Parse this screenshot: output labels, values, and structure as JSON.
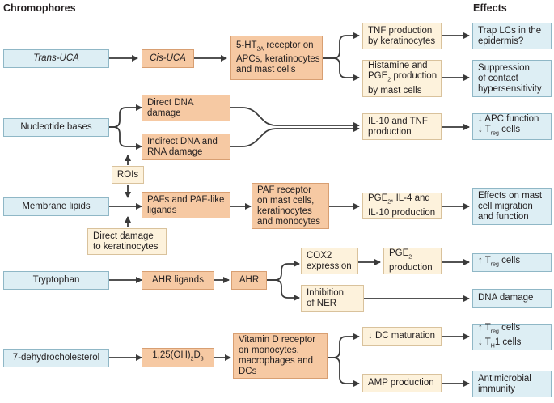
{
  "headers": {
    "chromophores": "Chromophores",
    "effects": "Effects"
  },
  "chromophores": {
    "trans_uca": "Trans-UCA",
    "nucleotide": "Nucleotide bases",
    "membrane": "Membrane lipids",
    "tryptophan": "Tryptophan",
    "dehydro": "7-dehydrocholesterol"
  },
  "row1": {
    "cis_uca": "Cis-UCA",
    "ht_l1_a": "5-HT",
    "ht_l1_sub": "2A",
    "ht_l1_b": " receptor on",
    "ht_l2": "APCs, keratinocytes",
    "ht_l3": "and mast cells",
    "tnf_l1": "TNF production",
    "tnf_l2": "by keratinocytes",
    "hist_l1": "Histamine and",
    "hist_l2_a": "PGE",
    "hist_l2_sub": "2",
    "hist_l2_b": " production",
    "hist_l3": "by mast cells",
    "trap_l1": "Trap LCs in the",
    "trap_l2": "epidermis?",
    "supp_l1": "Suppression",
    "supp_l2": "of contact",
    "supp_l3": "hypersensitivity"
  },
  "row2": {
    "direct_l1": "Direct DNA",
    "direct_l2": "damage",
    "indirect_l1": "Indirect DNA and",
    "indirect_l2": "RNA damage",
    "il10_l1": "IL-10 and TNF",
    "il10_l2": "production",
    "apc_l1": "↓ APC function",
    "apc_l2_a": "↓ T",
    "apc_l2_sub": "reg",
    "apc_l2_b": " cells",
    "rois": "ROIs"
  },
  "row3": {
    "paf_l1": "PAFs and PAF-like",
    "paf_l2": "ligands",
    "pafr_l1": "PAF receptor",
    "pafr_l2": "on mast cells,",
    "pafr_l3": "keratinocytes",
    "pafr_l4": "and monocytes",
    "pge_l1_a": "PGE",
    "pge_l1_sub": "2",
    "pge_l1_b": ", IL-4 and",
    "pge_l2": "IL-10 production",
    "mast_l1": "Effects on mast",
    "mast_l2": "cell migration",
    "mast_l3": "and function",
    "direct_dmg_l1": "Direct damage",
    "direct_dmg_l2": "to keratinocytes"
  },
  "row4": {
    "ahr_ligands": "AHR ligands",
    "ahr": "AHR",
    "cox2_l1": "COX2",
    "cox2_l2": "expression",
    "pge2_l1_a": "PGE",
    "pge2_l1_sub": "2",
    "pge2_l2": "production",
    "treg_a": "↑ T",
    "treg_sub": "reg",
    "treg_b": " cells",
    "ner_l1": "Inhibition",
    "ner_l2": "of NER",
    "dna_damage": "DNA damage"
  },
  "row5": {
    "vitd_a": "1,25(OH)",
    "vitd_sub1": "2",
    "vitd_b": "D",
    "vitd_sub2": "3",
    "vdr_l1": "Vitamin D receptor",
    "vdr_l2": "on monocytes,",
    "vdr_l3": "macrophages and",
    "vdr_l4": "DCs",
    "dc": "↓ DC maturation",
    "treg_l1_a": "↑ T",
    "treg_l1_sub": "reg",
    "treg_l1_b": " cells",
    "th1_a": "↓ T",
    "th1_sub": "H",
    "th1_b": "1 cells",
    "amp": "AMP production",
    "antimicrobial_l1": "Antimicrobial",
    "antimicrobial_l2": "immunity"
  },
  "colors": {
    "blue": "#ddeef4",
    "orange": "#f6c9a3",
    "cream": "#fdf2dc",
    "arrow": "#3a3a3a"
  }
}
